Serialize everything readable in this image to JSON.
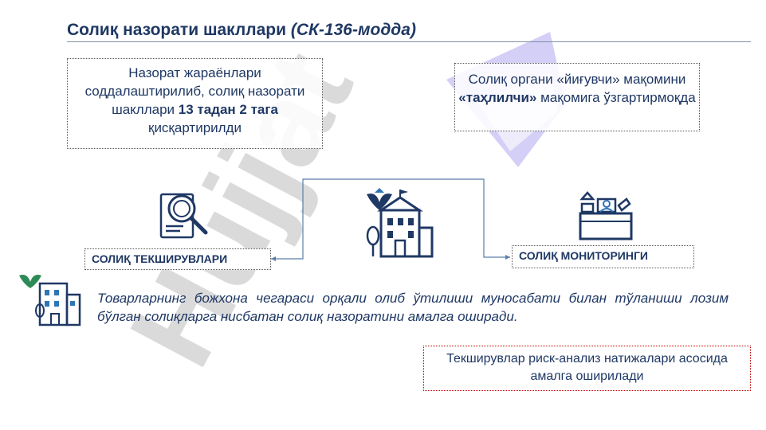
{
  "header": {
    "title": "Солиқ назорати шакллари",
    "title_italic": "(СК-136-модда)"
  },
  "box_left": {
    "text_before": "Назорат жараёнлари соддалаштирилиб, солиқ назорати шакллари ",
    "text_bold": "13 тадан 2 тага",
    "text_after": " қисқартирилди"
  },
  "box_right": {
    "text_before": "Солиқ органи «йиғувчи» мақомини ",
    "text_bold": "«таҳлилчи»",
    "text_after": " мақомига ўзгартирмоқда"
  },
  "labels": {
    "inspections": "СОЛИҚ ТЕКШИРУВЛАРИ",
    "monitoring": "СОЛИҚ МОНИТОРИНГИ"
  },
  "description": "Товарларнинг божхона чегараси орқали олиб ўтилиши муносабати билан тўланиши лозим бўлган солиқларга нисбатан солиқ назоратини амалга оширади.",
  "note": "Текширувлар риск-анализ натижалари асосида амалга оширилади",
  "icons": [
    "magnifier-document-icon",
    "government-building-icon",
    "office-desk-icon",
    "small-building-icon"
  ],
  "watermark_logo": "Hujjat",
  "colors": {
    "text": "#1f3864",
    "connector": "#5b7fa8",
    "note_border": "#c00000",
    "watermark_gray": "#c8c8c8",
    "watermark_purple": "#cfcaf5"
  }
}
